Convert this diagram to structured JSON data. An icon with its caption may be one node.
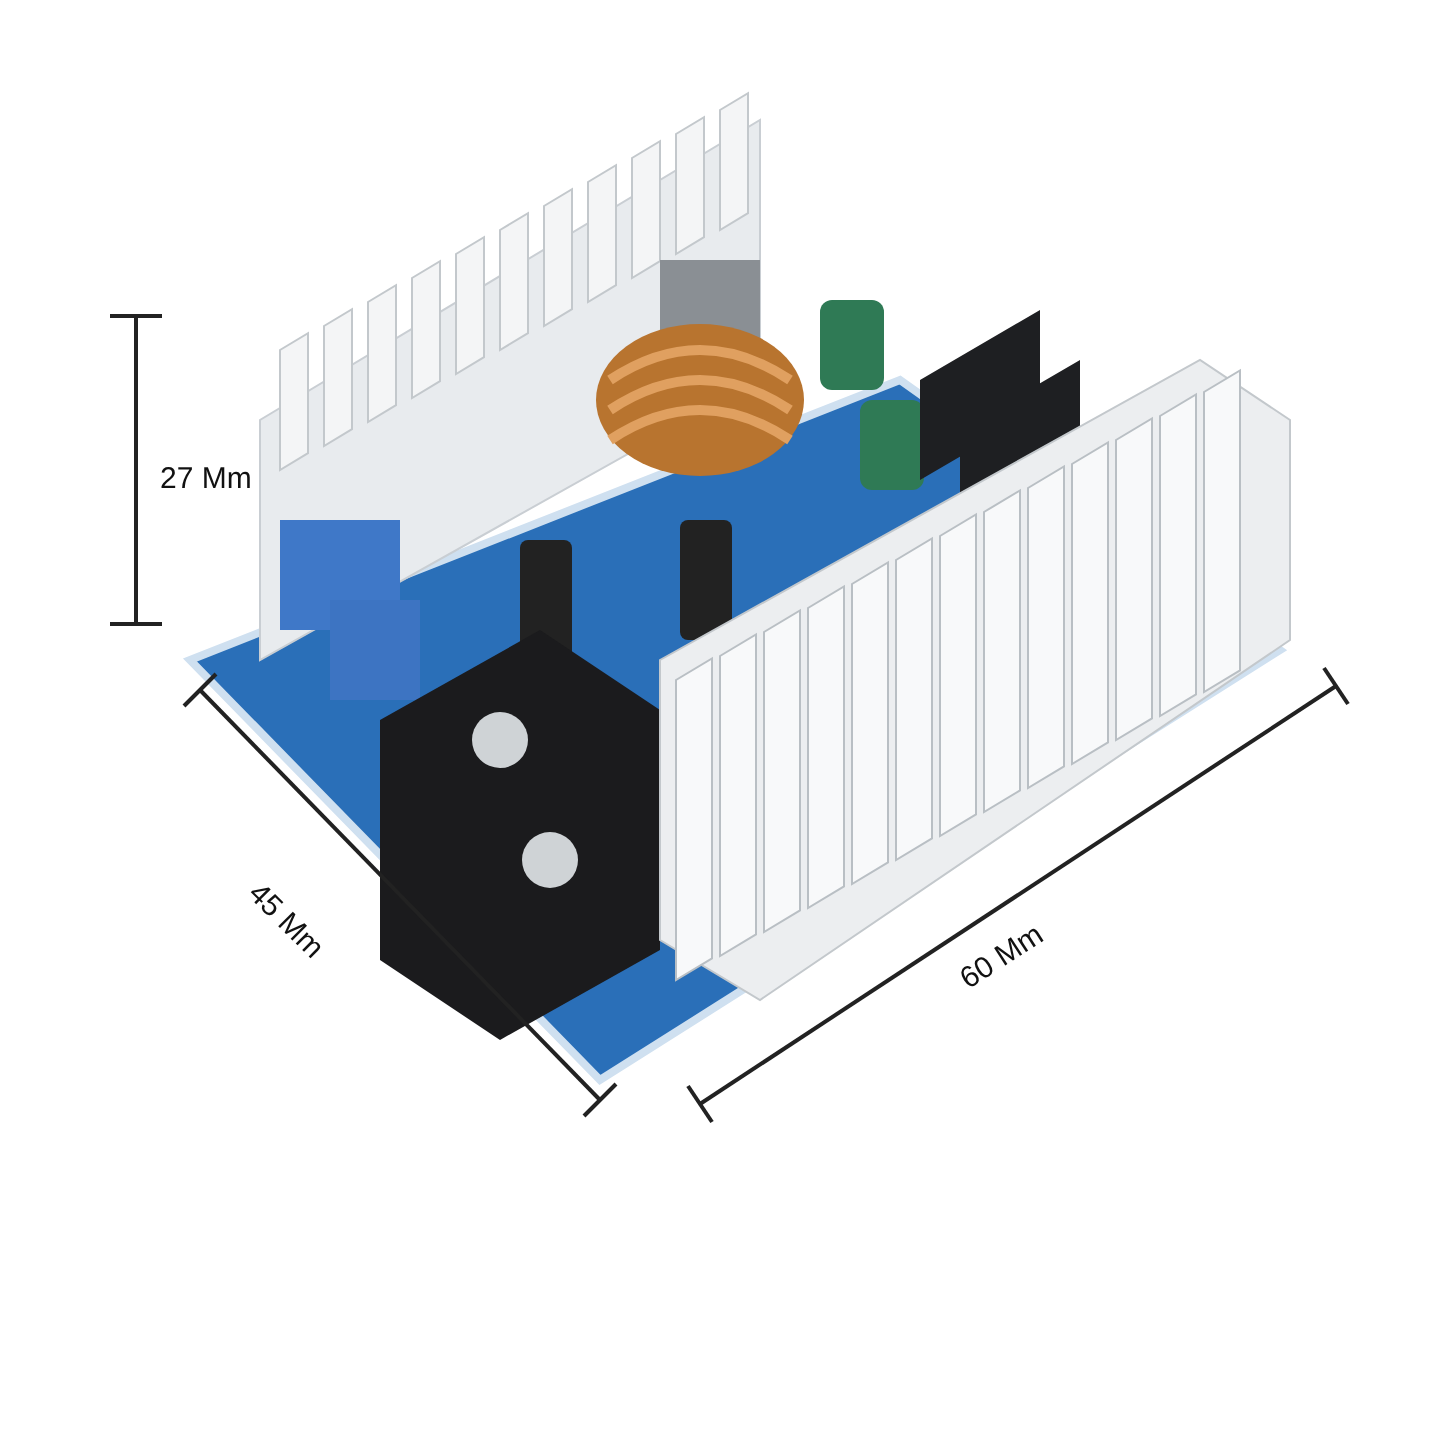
{
  "diagram": {
    "labels": [
      "27 Mm",
      "45 Mm",
      "60 Mm"
    ]
  }
}
